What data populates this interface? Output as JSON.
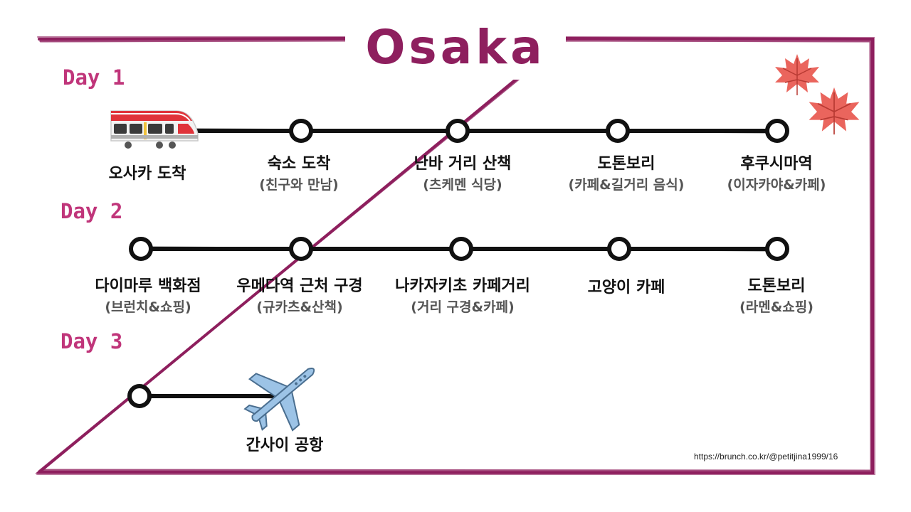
{
  "title": "Osaka",
  "colors": {
    "frame": "#8e1f5e",
    "day_label": "#c0357a",
    "line": "#111111",
    "leaf": "#e8584f",
    "train_red": "#e0333a",
    "plane_blue": "#9cc3e6"
  },
  "days": [
    {
      "label": "Day 1",
      "stops": [
        {
          "name": "오사카 도착",
          "sub": "",
          "icon": "train-icon"
        },
        {
          "name": "숙소 도착",
          "sub": "(친구와 만남)"
        },
        {
          "name": "난바 거리 산책",
          "sub": "(츠케멘 식당)"
        },
        {
          "name": "도톤보리",
          "sub": "(카페&길거리 음식)"
        },
        {
          "name": "후쿠시마역",
          "sub": "(이자카야&카페)"
        }
      ]
    },
    {
      "label": "Day 2",
      "stops": [
        {
          "name": "다이마루 백화점",
          "sub": "(브런치&쇼핑)"
        },
        {
          "name": "우메다역 근처 구경",
          "sub": "(규카츠&산책)"
        },
        {
          "name": "나카자키초 카페거리",
          "sub": "(거리 구경&카페)"
        },
        {
          "name": "고양이 카페",
          "sub": ""
        },
        {
          "name": "도톤보리",
          "sub": "(라멘&쇼핑)"
        }
      ]
    },
    {
      "label": "Day 3",
      "stops": [
        {
          "name": "",
          "sub": ""
        },
        {
          "name": "간사이 공항",
          "sub": "",
          "icon": "airplane-icon"
        }
      ]
    }
  ],
  "decorations": [
    "maple-leaf-icon",
    "maple-leaf-icon"
  ],
  "credit": "https://brunch.co.kr/@petitjina1999/16"
}
